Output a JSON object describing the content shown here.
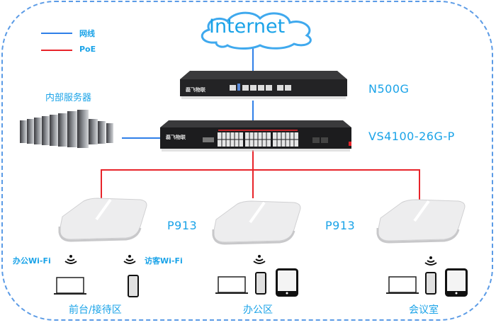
{
  "legend": {
    "items": [
      {
        "label": "网线",
        "color": "#2f7fe8"
      },
      {
        "label": "PoE",
        "color": "#e8242a"
      }
    ]
  },
  "colors": {
    "label_text": "#1aa3e8",
    "frame_border": "#5b9be6",
    "network_cable": "#2f7fe8",
    "poe_cable": "#e8242a"
  },
  "cloud": {
    "label": "Internet"
  },
  "servers": {
    "label": "内部服务器"
  },
  "gateway": {
    "model": "N500G",
    "brand": "磊飞物联"
  },
  "switch": {
    "model": "VS4100-26G-P",
    "brand": "磊飞物联"
  },
  "access_points": [
    {
      "model": "P913",
      "zone": "前台/接待区",
      "wifi_left": "办公Wi-Fi",
      "wifi_right": "访客Wi-Fi"
    },
    {
      "model": "P913",
      "zone": "办公区"
    },
    {
      "model": "",
      "zone": "会议室"
    }
  ]
}
